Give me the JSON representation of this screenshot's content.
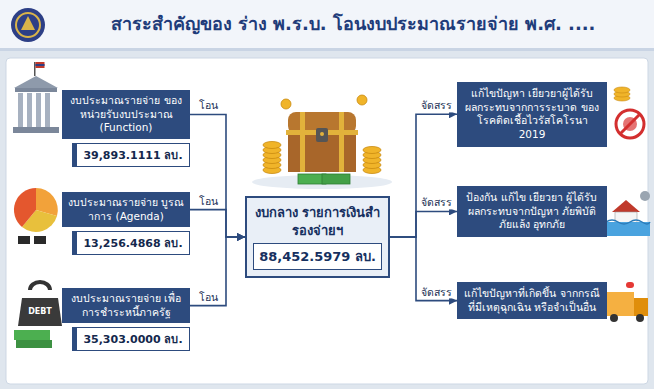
{
  "diagram": {
    "title": "สาระสำคัญของ ร่าง พ.ร.บ. โอนงบประมาณรายจ่าย พ.ศ. ....",
    "nodes": [
      {
        "text": [
          "งบประมาณรายจ่าย ของหน่วยรับงบประมาณ (Function)"
        ]
      },
      {
        "text": [
          "39,893.1111 ลบ."
        ]
      },
      {
        "text": [
          "งบประมาณรายจ่าย บูรณาการ (Agenda)"
        ]
      },
      {
        "text": [
          "13,256.4868 ลบ."
        ]
      },
      {
        "text": [
          "งบประมาณรายจ่าย เพื่อการชำระหนี้ภาครัฐ"
        ]
      },
      {
        "text": [
          "35,303.0000 ลบ."
        ]
      },
      {
        "text": [
          "งบกลาง รายการเงินสำรองจ่ายฯ",
          "88,452.5979 ลบ."
        ]
      },
      {
        "text": [
          "แก้ไขปัญหา เยียวยาผู้ได้รับ ผลกระทบจากการระบาด ของโรคติดเชื้อไวรัสโคโรนา 2019"
        ]
      },
      {
        "text": [
          "ป้องกัน แก้ไข เยียวยา ผู้ได้รับผลกระทบจากปัญหา ภัยพิบัติ ภัยแล้ง อุทกภัย"
        ]
      },
      {
        "text": [
          "แก้ไขปัญหาที่เกิดขึ้น จากกรณีที่มีเหตุฉุกเฉิน หรือจำเป็นอื่น"
        ]
      }
    ],
    "edges": [
      {
        "from": 0,
        "to": 6,
        "label": "โอน",
        "arrow": "to"
      },
      {
        "from": 2,
        "to": 6,
        "label": "โอน",
        "arrow": "to"
      },
      {
        "from": 4,
        "to": 6,
        "label": "โอน",
        "arrow": "to"
      },
      {
        "from": 6,
        "to": 7,
        "label": "จัดสรร",
        "arrow": "to"
      },
      {
        "from": 6,
        "to": 8,
        "label": "จัดสรร",
        "arrow": "to"
      },
      {
        "from": 6,
        "to": 9,
        "label": "จัดสรร",
        "arrow": "to"
      }
    ],
    "labels": [
      "DEBT"
    ]
  }
}
